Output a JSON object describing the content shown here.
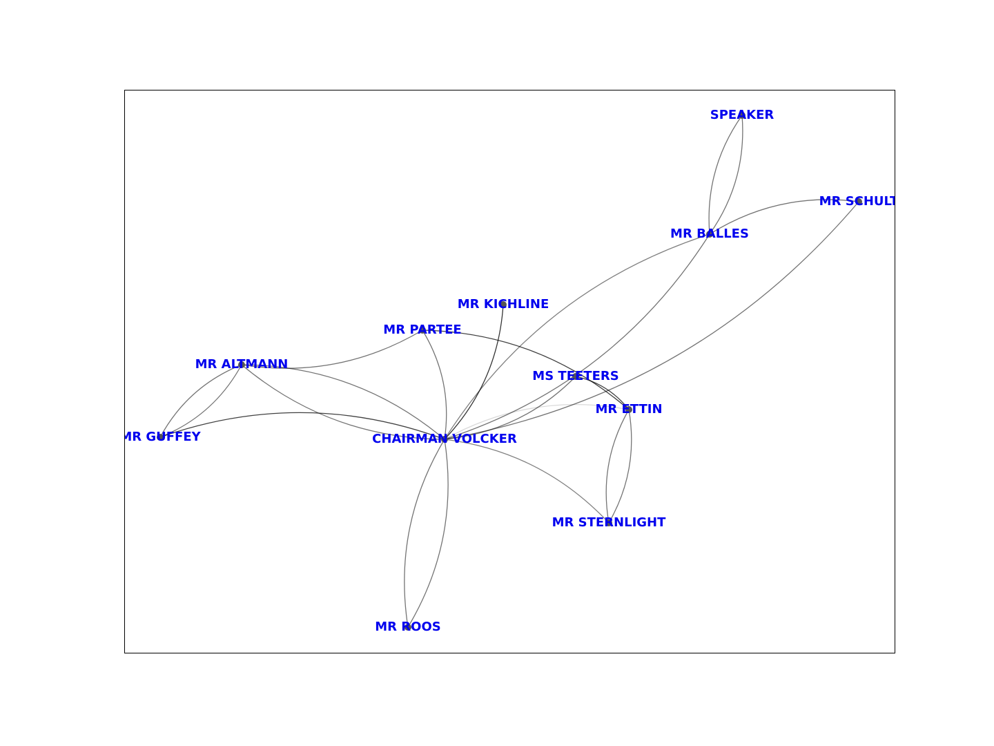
{
  "graph": {
    "nodes": [
      {
        "id": "speaker",
        "label": "SPEAKER"
      },
      {
        "id": "schult",
        "label": "MR SCHULT"
      },
      {
        "id": "balles",
        "label": "MR BALLES"
      },
      {
        "id": "kichline",
        "label": "MR KICHLINE"
      },
      {
        "id": "partee",
        "label": "MR PARTEE"
      },
      {
        "id": "altmann",
        "label": "MR ALTMANN"
      },
      {
        "id": "teeters",
        "label": "MS TEETERS"
      },
      {
        "id": "ettin",
        "label": "MR ETTIN"
      },
      {
        "id": "guffey",
        "label": "MR GUFFEY"
      },
      {
        "id": "volcker",
        "label": "CHAIRMAN VOLCKER"
      },
      {
        "id": "sternlight",
        "label": "MR STERNLIGHT"
      },
      {
        "id": "roos",
        "label": "MR ROOS"
      }
    ],
    "edges": [
      {
        "source": "speaker",
        "target": "balles",
        "weight": 0.55
      },
      {
        "source": "balles",
        "target": "speaker",
        "weight": 0.55
      },
      {
        "source": "balles",
        "target": "schult",
        "weight": 0.55
      },
      {
        "source": "schult",
        "target": "volcker",
        "weight": 0.55
      },
      {
        "source": "balles",
        "target": "volcker",
        "weight": 0.55
      },
      {
        "source": "volcker",
        "target": "balles",
        "weight": 0.5
      },
      {
        "source": "kichline",
        "target": "volcker",
        "weight": 0.8
      },
      {
        "source": "partee",
        "target": "altmann",
        "weight": 0.55
      },
      {
        "source": "partee",
        "target": "volcker",
        "weight": 0.55
      },
      {
        "source": "partee",
        "target": "ettin",
        "weight": 0.75
      },
      {
        "source": "altmann",
        "target": "guffey",
        "weight": 0.55
      },
      {
        "source": "guffey",
        "target": "altmann",
        "weight": 0.55
      },
      {
        "source": "altmann",
        "target": "volcker",
        "weight": 0.55
      },
      {
        "source": "volcker",
        "target": "altmann",
        "weight": 0.55
      },
      {
        "source": "guffey",
        "target": "volcker",
        "weight": 0.75
      },
      {
        "source": "teeters",
        "target": "ettin",
        "weight": 0.75
      },
      {
        "source": "teeters",
        "target": "volcker",
        "weight": 0.55
      },
      {
        "source": "volcker",
        "target": "ettin",
        "weight": 0.15
      },
      {
        "source": "ettin",
        "target": "sternlight",
        "weight": 0.55
      },
      {
        "source": "sternlight",
        "target": "ettin",
        "weight": 0.55
      },
      {
        "source": "volcker",
        "target": "sternlight",
        "weight": 0.5
      },
      {
        "source": "volcker",
        "target": "roos",
        "weight": 0.55
      },
      {
        "source": "roos",
        "target": "volcker",
        "weight": 0.55
      }
    ]
  },
  "colors": {
    "label": "#0000ee",
    "node": "#555555",
    "edge": "#000000",
    "frame": "#000000",
    "background": "#ffffff"
  }
}
